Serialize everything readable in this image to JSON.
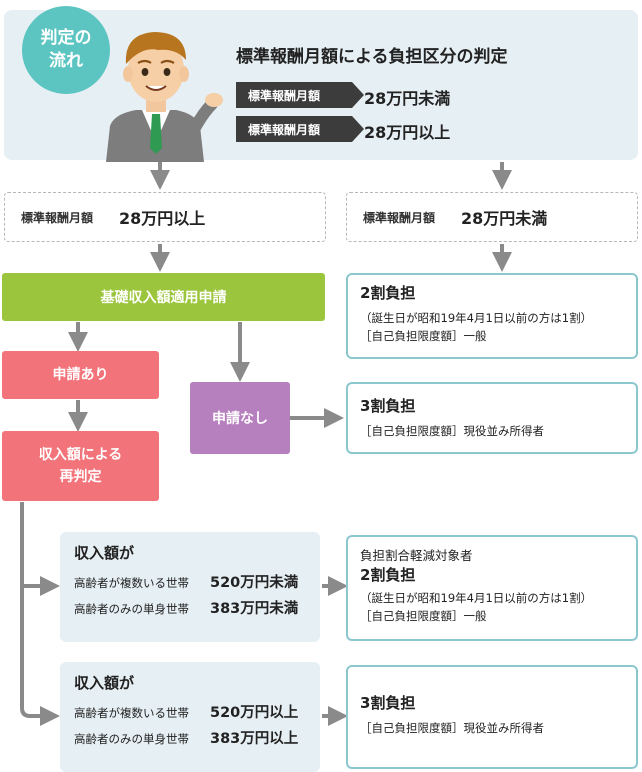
{
  "header": {
    "badge_line1": "判定の",
    "badge_line2": "流れ",
    "title": "標準報酬月額による負担区分の判定",
    "rows": [
      {
        "chip": "標準報酬月額",
        "value": "28万円未満"
      },
      {
        "chip": "標準報酬月額",
        "value": "28万円以上"
      }
    ]
  },
  "left_branch": {
    "label": "標準報酬月額",
    "value": "28万円以上"
  },
  "right_branch": {
    "label": "標準報酬月額",
    "value": "28万円未満"
  },
  "application": "基礎収入額適用申請",
  "applied": "申請あり",
  "not_applied": "申請なし",
  "rejudge_line1": "収入額による",
  "rejudge_line2": "再判定",
  "results": {
    "r1": {
      "title": "2割負担",
      "note": "（誕生日が昭和19年4月1日以前の方は1割）",
      "limit": "［自己負担限度額］一般"
    },
    "r2": {
      "title": "3割負担",
      "limit": "［自己負担限度額］現役並み所得者"
    },
    "r3": {
      "pre": "負担割合軽減対象者",
      "title": "2割負担",
      "note": "（誕生日が昭和19年4月1日以前の方は1割）",
      "limit": "［自己負担限度額］一般"
    },
    "r4": {
      "title": "3割負担",
      "limit": "［自己負担限度額］現役並み所得者"
    }
  },
  "income_low": {
    "head": "収入額が",
    "rows": [
      {
        "k": "高齢者が複数いる世帯",
        "v": "520万円未満"
      },
      {
        "k": "高齢者のみの単身世帯",
        "v": "383万円未満"
      }
    ]
  },
  "income_high": {
    "head": "収入額が",
    "rows": [
      {
        "k": "高齢者が複数いる世帯",
        "v": "520万円以上"
      },
      {
        "k": "高齢者のみの単身世帯",
        "v": "383万円以上"
      }
    ]
  },
  "colors": {
    "green": "#9bc53d",
    "pink": "#f27379",
    "purple": "#b67fbd",
    "teal": "#5cc5c1",
    "panel": "#e6eff3",
    "result_border": "#8cc7cf",
    "arrow": "#8a8a8a"
  }
}
